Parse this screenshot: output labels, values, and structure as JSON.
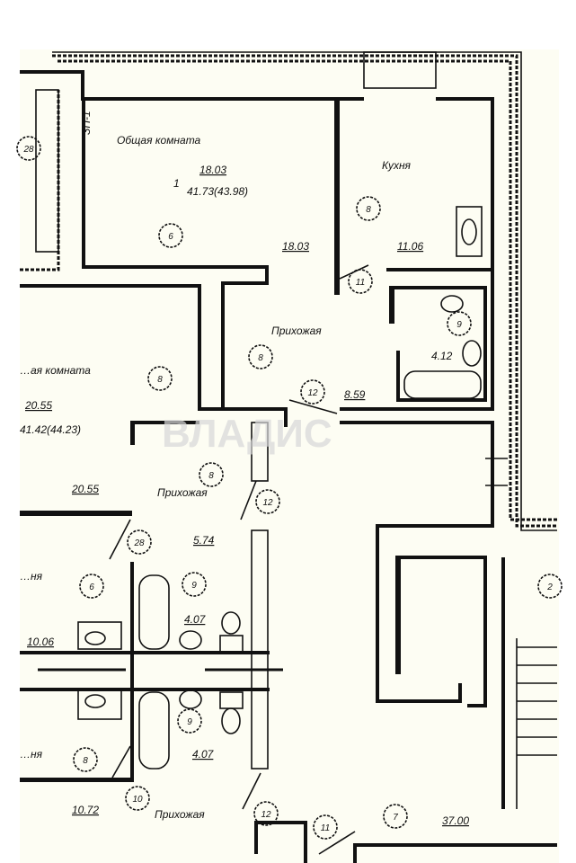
{
  "plan": {
    "watermark": "ВЛАДИС",
    "riser_label": "ЗП-1",
    "rooms": {
      "living_top": {
        "name": "Общая комната",
        "index": "1",
        "area_top": "18.03",
        "area_total": "41.73(43.98)",
        "area": "18.03"
      },
      "kitchen": {
        "name": "Кухня",
        "area": "11.06"
      },
      "hall_top": {
        "name": "Прихожая",
        "area": "8.59"
      },
      "bath_top": {
        "area": "4.12"
      },
      "living_left": {
        "name": "…ая комната",
        "area_top": "20.55",
        "area_total": "41.42(44.23)",
        "area": "20.55"
      },
      "hall_mid": {
        "name": "Прихожая",
        "area": "5.74"
      },
      "kitchen_left_top": {
        "name": "…ня",
        "area": "10.06"
      },
      "bath_mid_top": {
        "area": "4.07"
      },
      "bath_mid_bottom": {
        "area": "4.07"
      },
      "kitchen_left_bottom": {
        "name": "…ня",
        "area": "10.72"
      },
      "hall_bottom": {
        "name": "Прихожая"
      },
      "corridor": {
        "area": "37.00"
      }
    },
    "markers": [
      "28",
      "6",
      "8",
      "11",
      "8",
      "9",
      "12",
      "8",
      "8",
      "12",
      "28",
      "6",
      "9",
      "9",
      "8",
      "10",
      "12",
      "7",
      "11",
      "2"
    ]
  }
}
